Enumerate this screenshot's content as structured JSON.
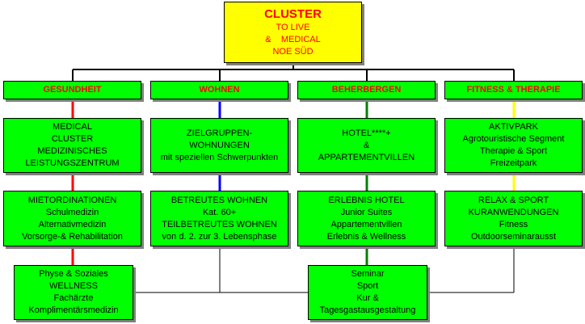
{
  "root": {
    "title": "CLUSTER",
    "lines": [
      "TO LIVE",
      "&    MEDICAL",
      "NOE SÜD"
    ]
  },
  "columns": [
    {
      "header": "GESUNDHEIT",
      "line_color": "#ff0000",
      "box1": [
        "MEDICAL",
        "CLUSTER",
        "MEDIZINISCHES",
        "LEISTUNGSZENTRUM"
      ],
      "box2": [
        "MIETORDINATIONEN",
        "Schulmedizin",
        "Alternativmedizin",
        "Vorsorge-& Rehabilitation"
      ],
      "box3": [
        "Physe & Soziales",
        "WELLNESS",
        "Fachärzte",
        "Komplimentärsmedizin"
      ]
    },
    {
      "header": "WOHNEN",
      "line_color": "#0000ff",
      "box1": [
        "ZIELGRUPPEN-",
        "WOHNUNGEN",
        "mit speziellen Schwerpunkten"
      ],
      "box2": [
        "BETREUTES WOHNEN",
        "Kat. 60+",
        "TEILBETREUTES WOHNEN",
        "von d. 2. zur 3. Lebensphase"
      ]
    },
    {
      "header": "BEHERBERGEN",
      "line_color": "#008000",
      "box1": [
        "HOTEL****+",
        "&",
        "APPARTEMENTVILLEN"
      ],
      "box2": [
        "ERLEBNIS HOTEL",
        "Junior Suites",
        "Appartementvillen",
        "Erlebnis & Wellness"
      ],
      "box3": [
        "Seminar",
        "Sport",
        "Kur &",
        "Tagesgastausgestaltung"
      ]
    },
    {
      "header": "FITNESS & THERAPIE",
      "line_color": "#ffff00",
      "box1": [
        "AKTIVPARK",
        "Agrotouristische Segment",
        "Therapie & Sport",
        "Freizeitpark"
      ],
      "box2": [
        "RELAX & SPORT",
        "KURANWENDUNGEN",
        "Fitness",
        "Outdoorseminarausst"
      ]
    }
  ],
  "colors": {
    "box_fill": "#00ff00",
    "root_fill": "#ffff00",
    "header_text": "#ff0000",
    "shadow": "#808080"
  }
}
